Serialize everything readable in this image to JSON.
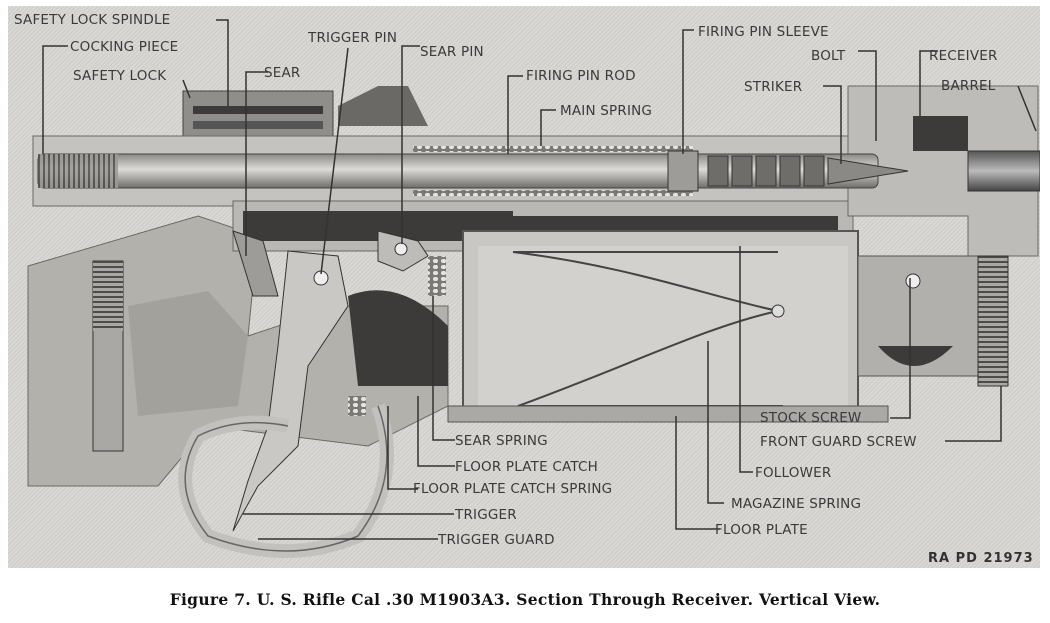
{
  "figure": {
    "caption": "Figure 7.  U. S. Rifle Cal .30 M1903A3.  Section Through Receiver.  Vertical View.",
    "plate_id": "RA PD 21973"
  },
  "labels": {
    "safety_lock_spindle": "SAFETY LOCK SPINDLE",
    "cocking_piece": "COCKING PIECE",
    "safety_lock": "SAFETY LOCK",
    "sear": "SEAR",
    "trigger_pin": "TRIGGER PIN",
    "sear_pin": "SEAR PIN",
    "firing_pin_rod": "FIRING PIN ROD",
    "main_spring": "MAIN SPRING",
    "firing_pin_sleeve": "FIRING PIN SLEEVE",
    "bolt": "BOLT",
    "striker": "STRIKER",
    "receiver": "RECEIVER",
    "barrel": "BARREL",
    "stock_screw": "STOCK SCREW",
    "front_guard_screw": "FRONT GUARD SCREW",
    "follower": "FOLLOWER",
    "magazine_spring": "MAGAZINE SPRING",
    "floor_plate": "FLOOR PLATE",
    "sear_spring": "SEAR SPRING",
    "floor_plate_catch": "FLOOR PLATE CATCH",
    "floor_plate_catch_spring": "FLOOR PLATE CATCH SPRING",
    "trigger": "TRIGGER",
    "trigger_guard": "TRIGGER GUARD"
  },
  "colors": {
    "background": "#d9d8d4",
    "metal_light": "#c4c3bf",
    "metal_mid": "#9d9c98",
    "metal_dark": "#3c3b39",
    "wood": "#b3b1ab",
    "leader": "#333333"
  }
}
